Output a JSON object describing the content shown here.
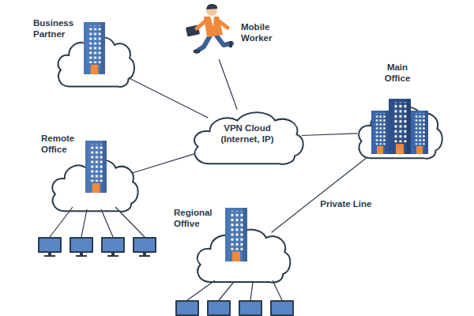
{
  "diagram": {
    "nodes": [
      {
        "text": [
          "Business Partner"
        ]
      },
      {
        "text": [
          "Mobile Worker"
        ]
      },
      {
        "text": [
          "Main Office"
        ]
      },
      {
        "text": [
          "VPN Cloud (Internet, IP)"
        ]
      },
      {
        "text": [
          "Remote Office"
        ]
      },
      {
        "text": [
          "Regional Offive"
        ]
      }
    ],
    "edges": [
      {
        "from": 0,
        "to": 3,
        "arrow": "none"
      },
      {
        "from": 1,
        "to": 3,
        "arrow": "none"
      },
      {
        "from": 4,
        "to": 3,
        "arrow": "none"
      },
      {
        "from": 3,
        "to": 2,
        "arrow": "none"
      },
      {
        "from": 2,
        "to": 5,
        "label": "Private Line",
        "arrow": "none"
      }
    ]
  }
}
